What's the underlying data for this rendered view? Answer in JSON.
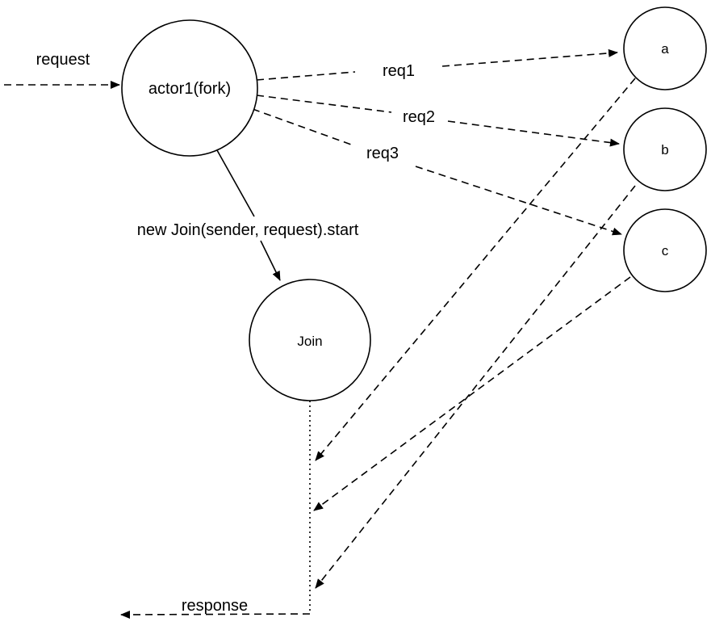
{
  "nodes": {
    "actor1": "actor1(fork)",
    "join": "Join",
    "a": "a",
    "b": "b",
    "c": "c"
  },
  "edges": {
    "request": "request",
    "req1": "req1",
    "req2": "req2",
    "req3": "req3",
    "spawn": "new Join(sender, request).start",
    "response": "response"
  }
}
